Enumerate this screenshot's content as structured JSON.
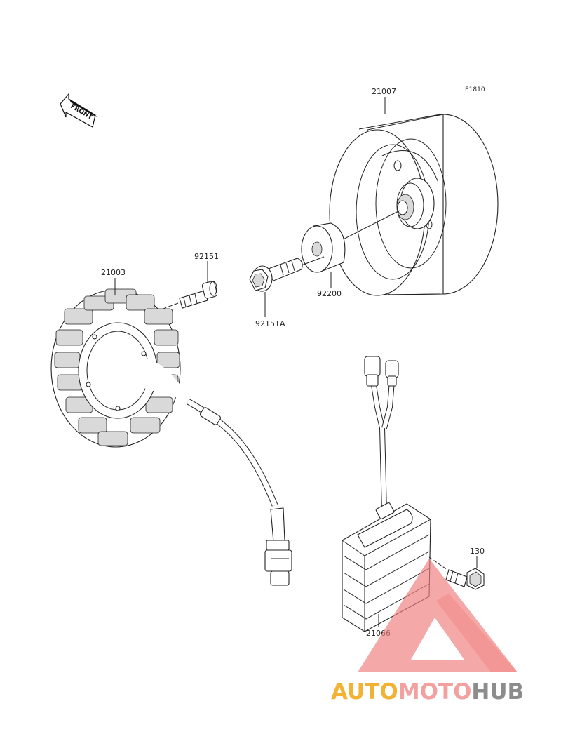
{
  "diagram_code": "E1810",
  "front_marker": "FRONT",
  "parts": [
    {
      "number": "21007",
      "name": "flywheel-rotor"
    },
    {
      "number": "21003",
      "name": "stator"
    },
    {
      "number": "92151",
      "name": "stator-bolt"
    },
    {
      "number": "92151A",
      "name": "flange-bolt"
    },
    {
      "number": "92200",
      "name": "washer"
    },
    {
      "number": "21066",
      "name": "regulator-rectifier"
    },
    {
      "number": "130",
      "name": "regulator-bolt"
    }
  ],
  "watermark": {
    "text_part1": "AUTO",
    "text_part2": "MOTO",
    "text_part3": "HUB",
    "color_part1": "#f2b233",
    "color_part2": "#f2a0a0",
    "color_part3": "#8c8c8c",
    "logo_color": "#f08080"
  }
}
